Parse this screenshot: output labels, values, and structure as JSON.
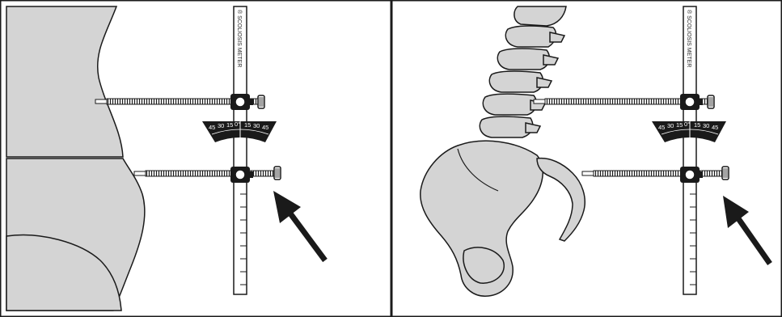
{
  "figure": {
    "panels": [
      {
        "brand_label": "® SCOLIOSIS METER",
        "scale_labels": [
          "45",
          "30",
          "15",
          "0°",
          "15",
          "30",
          "45"
        ],
        "subject": "torso-profile"
      },
      {
        "brand_label": "® SCOLIOSIS METER",
        "scale_labels": [
          "45",
          "30",
          "15",
          "0°",
          "15",
          "30",
          "45"
        ],
        "subject": "spine-pelvis"
      }
    ],
    "colors": {
      "outline": "#1a1a1a",
      "fill_gray": "#d4d4d4",
      "scale_black": "#1a1a1a",
      "background": "#ffffff"
    }
  }
}
